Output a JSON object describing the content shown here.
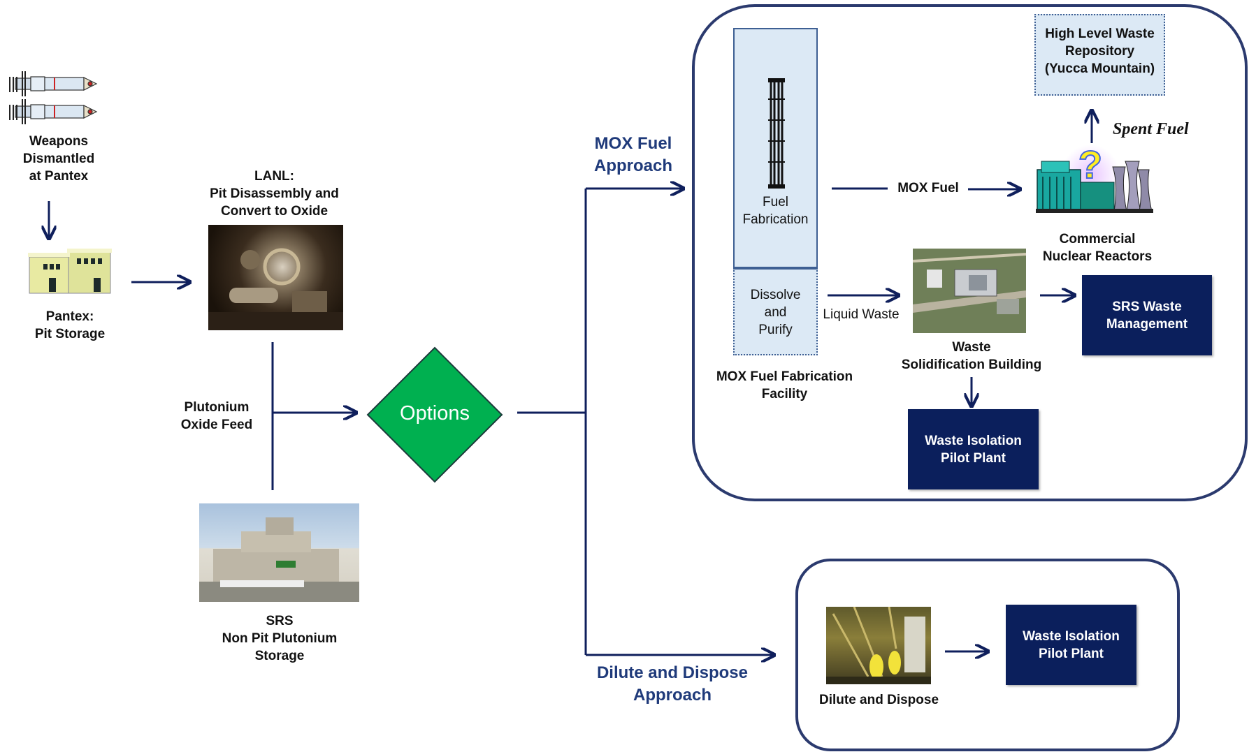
{
  "nodes": {
    "weapons": "Weapons\nDismantled\nat Pantex",
    "pantex": "Pantex:\nPit Storage",
    "lanl": "LANL:\nPit Disassembly and\nConvert to Oxide",
    "plutonium_feed": "Plutonium\nOxide Feed",
    "srs_storage": "SRS\nNon Pit Plutonium\nStorage",
    "options": "Options",
    "mox_approach": "MOX Fuel\nApproach",
    "dilute_approach": "Dilute and Dispose\nApproach",
    "fuel_fabrication": "Fuel\nFabrication",
    "dissolve_purify": "Dissolve\nand\nPurify",
    "mox_facility": "MOX Fuel Fabrication\nFacility",
    "mox_fuel": "MOX Fuel",
    "liquid_waste": "Liquid Waste",
    "high_level_repo": "High Level Waste\nRepository\n(Yucca Mountain)",
    "spent_fuel": "Spent Fuel",
    "commercial_reactors": "Commercial\nNuclear Reactors",
    "waste_solidification": "Waste\nSolidification Building",
    "srs_waste_mgmt": "SRS Waste\nManagement",
    "wipp_mox": "Waste Isolation\nPilot Plant",
    "dilute_dispose": "Dilute and Dispose",
    "wipp_dilute": "Waste Isolation\nPilot Plant",
    "question_mark": "?"
  },
  "colors": {
    "arrow": "#0f1f5c",
    "navy_box": "#0b1f5c",
    "options_fill": "#00b050",
    "panel_border": "#2b3a6e",
    "fab_fill": "#dce9f5",
    "title_blue": "#1f3a7a"
  }
}
